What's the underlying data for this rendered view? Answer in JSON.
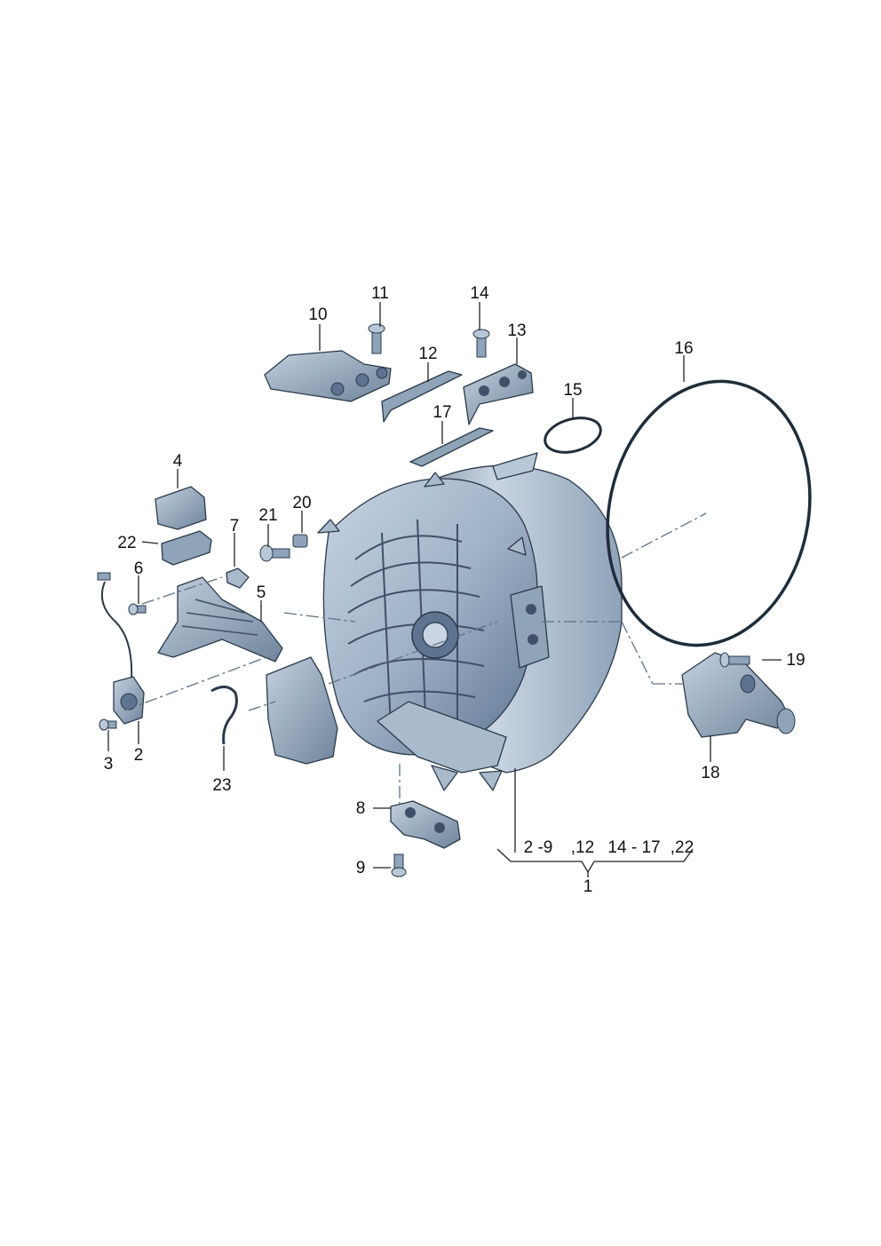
{
  "diagram": {
    "colors": {
      "part_light": "#b9c8d8",
      "part_mid": "#8fa3b9",
      "part_dark": "#5f7590",
      "part_deep": "#3f5068",
      "outline": "#2b3a4a",
      "callout_text": "#111111"
    },
    "callouts": [
      {
        "id": "1",
        "label": "1"
      },
      {
        "id": "2",
        "label": "2"
      },
      {
        "id": "3",
        "label": "3"
      },
      {
        "id": "4",
        "label": "4"
      },
      {
        "id": "5",
        "label": "5"
      },
      {
        "id": "6",
        "label": "6"
      },
      {
        "id": "7",
        "label": "7"
      },
      {
        "id": "8",
        "label": "8"
      },
      {
        "id": "9",
        "label": "9"
      },
      {
        "id": "10",
        "label": "10"
      },
      {
        "id": "11",
        "label": "11"
      },
      {
        "id": "12",
        "label": "12"
      },
      {
        "id": "13",
        "label": "13"
      },
      {
        "id": "14",
        "label": "14"
      },
      {
        "id": "15",
        "label": "15"
      },
      {
        "id": "16",
        "label": "16"
      },
      {
        "id": "17",
        "label": "17"
      },
      {
        "id": "18",
        "label": "18"
      },
      {
        "id": "19",
        "label": "19"
      },
      {
        "id": "20",
        "label": "20"
      },
      {
        "id": "21",
        "label": "21"
      },
      {
        "id": "22",
        "label": "22"
      },
      {
        "id": "23",
        "label": "23"
      }
    ],
    "group_label": {
      "range_a": "2 -9",
      "range_b": ",12",
      "range_c": "14 - 17",
      "range_d": ",22",
      "total": "1"
    }
  }
}
